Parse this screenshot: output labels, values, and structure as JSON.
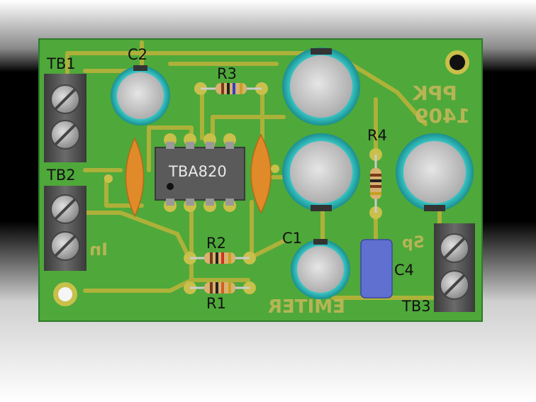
{
  "board": {
    "colors": {
      "pcb": "#4fa83a",
      "copper_trace": "#b8b23a",
      "pad": "#c8c04a",
      "ic_body": "#5a5a5a",
      "electrolytic": "#2fb5b5",
      "ceramic": "#e08a2a",
      "film_cap": "#6070d0",
      "terminal": "#505050"
    },
    "ic": {
      "label": "TBA820"
    },
    "components": {
      "tb1": "TB1",
      "tb2": "TB2",
      "tb3": "TB3",
      "c1": "C1",
      "c2": "C2",
      "c4": "C4",
      "r1": "R1",
      "r2": "R2",
      "r3": "R3",
      "r4": "R4"
    },
    "silkscreen": {
      "brand": "PPK",
      "code": "1409",
      "input": "In",
      "speaker": "Sp",
      "emitter": "EMITER"
    }
  }
}
